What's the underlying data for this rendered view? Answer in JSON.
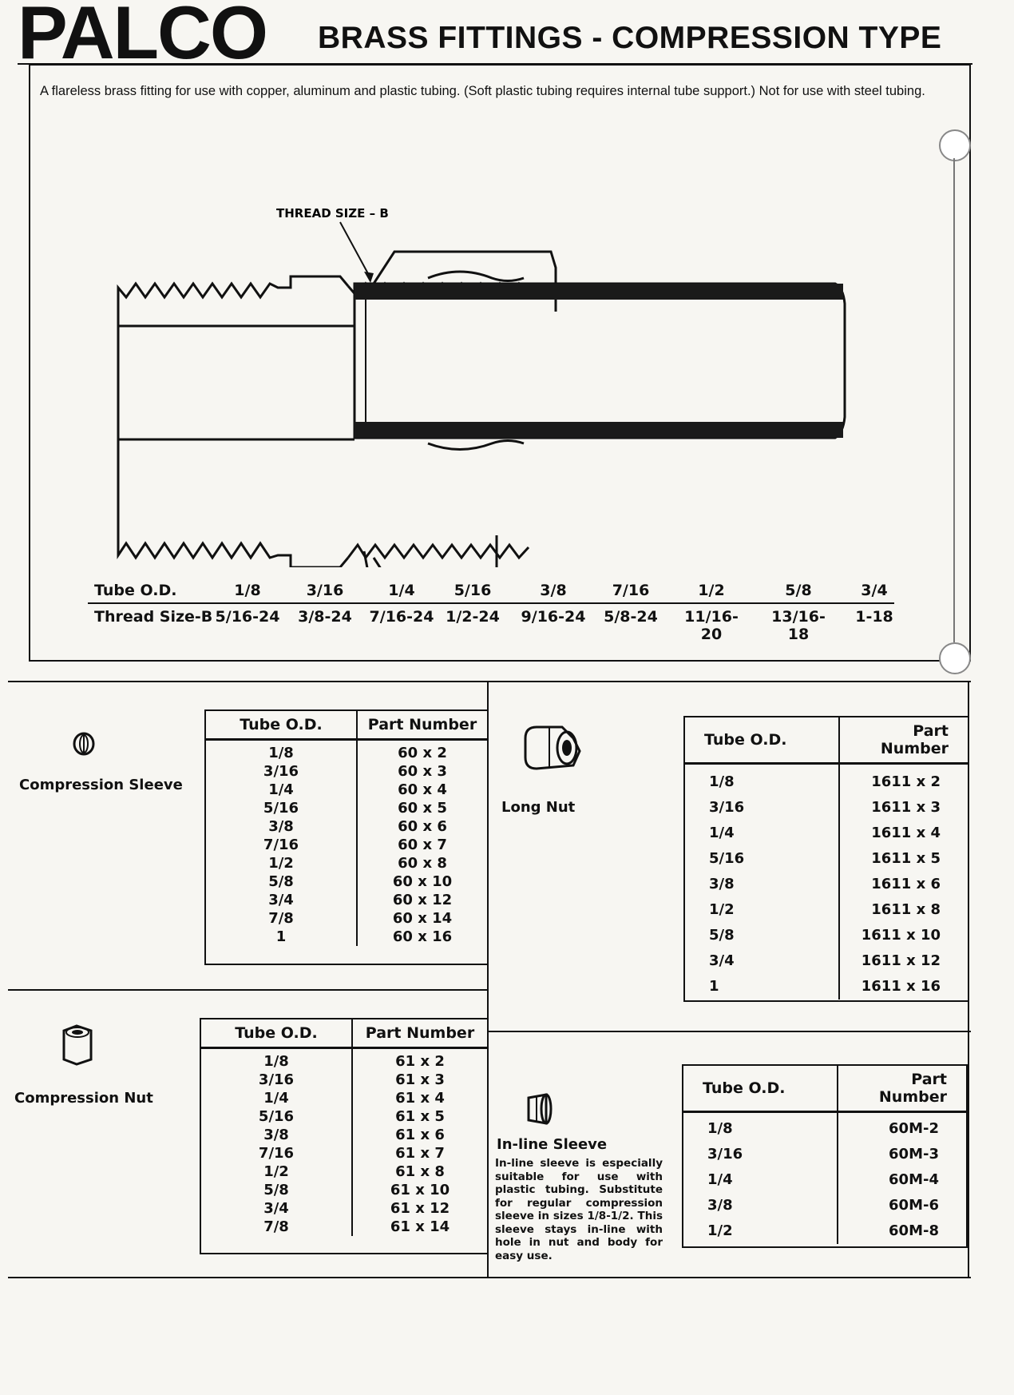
{
  "header": {
    "brand": "PALCO",
    "title": "BRASS FITTINGS - COMPRESSION TYPE"
  },
  "intro": "A flareless brass fitting for use with copper, aluminum and plastic tubing. (Soft plastic tubing requires internal tube support.) Not for use with steel tubing.",
  "diagram": {
    "thread_label": "THREAD SIZE – B",
    "tube_od_label": "Tube O.D.",
    "thread_size_label": "Thread Size-B",
    "tube_od": [
      "1/8",
      "3/16",
      "1/4",
      "5/16",
      "3/8",
      "7/16",
      "1/2",
      "5/8",
      "3/4"
    ],
    "thread_size": [
      "5/16-24",
      "3/8-24",
      "7/16-24",
      "1/2-24",
      "9/16-24",
      "5/8-24",
      "11/16-20",
      "13/16-18",
      "1-18"
    ]
  },
  "compression_sleeve": {
    "label": "Compression Sleeve",
    "icon": "sleeve-icon",
    "col1": "Tube O.D.",
    "col2": "Part Number",
    "rows": [
      [
        "1/8",
        "60 x 2"
      ],
      [
        "3/16",
        "60 x 3"
      ],
      [
        "1/4",
        "60 x 4"
      ],
      [
        "5/16",
        "60 x 5"
      ],
      [
        "3/8",
        "60 x 6"
      ],
      [
        "7/16",
        "60 x 7"
      ],
      [
        "1/2",
        "60 x 8"
      ],
      [
        "5/8",
        "60 x 10"
      ],
      [
        "3/4",
        "60 x 12"
      ],
      [
        "7/8",
        "60 x 14"
      ],
      [
        "1",
        "60 x 16"
      ]
    ]
  },
  "long_nut": {
    "label": "Long Nut",
    "icon": "long-nut-icon",
    "col1": "Tube O.D.",
    "col2": "Part Number",
    "rows": [
      [
        "1/8",
        "1611 x 2"
      ],
      [
        "3/16",
        "1611 x 3"
      ],
      [
        "1/4",
        "1611 x 4"
      ],
      [
        "5/16",
        "1611 x 5"
      ],
      [
        "3/8",
        "1611 x 6"
      ],
      [
        "1/2",
        "1611 x 8"
      ],
      [
        "5/8",
        "1611 x 10"
      ],
      [
        "3/4",
        "1611 x 12"
      ],
      [
        "1",
        "1611 x 16"
      ]
    ]
  },
  "compression_nut": {
    "label": "Compression Nut",
    "icon": "hex-nut-icon",
    "col1": "Tube O.D.",
    "col2": "Part Number",
    "rows": [
      [
        "1/8",
        "61 x 2"
      ],
      [
        "3/16",
        "61 x 3"
      ],
      [
        "1/4",
        "61 x 4"
      ],
      [
        "5/16",
        "61 x 5"
      ],
      [
        "3/8",
        "61 x 6"
      ],
      [
        "7/16",
        "61 x 7"
      ],
      [
        "1/2",
        "61 x 8"
      ],
      [
        "5/8",
        "61 x 10"
      ],
      [
        "3/4",
        "61 x 12"
      ],
      [
        "7/8",
        "61 x 14"
      ]
    ]
  },
  "inline_sleeve": {
    "label": "In-line Sleeve",
    "icon": "inline-sleeve-icon",
    "description": "In-line sleeve is especially suitable for use with plastic tubing. Substitute for regular compression sleeve in sizes 1/8-1/2. This sleeve stays in-line with hole in nut and body for easy use.",
    "col1": "Tube O.D.",
    "col2": "Part Number",
    "rows": [
      [
        "1/8",
        "60M-2"
      ],
      [
        "3/16",
        "60M-3"
      ],
      [
        "1/4",
        "60M-4"
      ],
      [
        "3/8",
        "60M-6"
      ],
      [
        "1/2",
        "60M-8"
      ]
    ]
  }
}
